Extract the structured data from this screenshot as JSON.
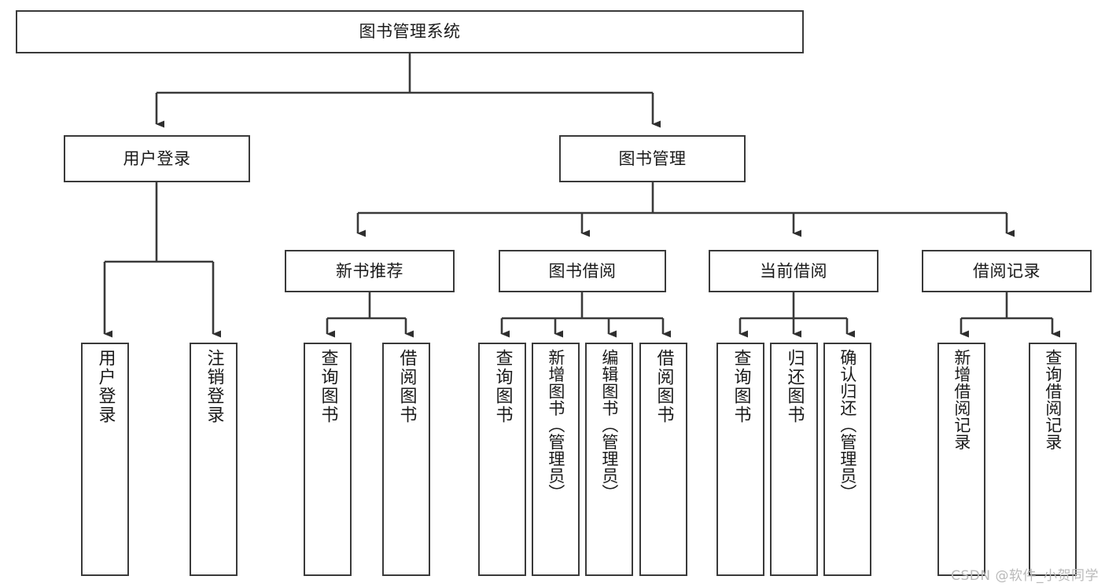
{
  "diagram": {
    "type": "tree-hierarchy-flowchart",
    "title": "图书管理系统",
    "orientation": "top-down",
    "line_color": "#3a3a3a",
    "box_fill": "#ffffff",
    "text_color": "#1a1a1a",
    "nodes": {
      "root": {
        "label": "图书管理系统",
        "level": 1,
        "text_direction": "horizontal"
      },
      "user_login": {
        "label": "用户登录",
        "level": 2,
        "text_direction": "horizontal"
      },
      "book_manage": {
        "label": "图书管理",
        "level": 2,
        "text_direction": "horizontal"
      },
      "new_book_rec": {
        "label": "新书推荐",
        "level": 3,
        "text_direction": "horizontal"
      },
      "book_borrow": {
        "label": "图书借阅",
        "level": 3,
        "text_direction": "horizontal"
      },
      "current_borrow": {
        "label": "当前借阅",
        "level": 3,
        "text_direction": "horizontal"
      },
      "borrow_record": {
        "label": "借阅记录",
        "level": 3,
        "text_direction": "horizontal"
      },
      "leaf_user_login": {
        "label": "用户登录",
        "level": 4,
        "text_direction": "vertical"
      },
      "leaf_logout": {
        "label": "注销登录",
        "level": 4,
        "text_direction": "vertical"
      },
      "leaf_query_book_a": {
        "label": "查询图书",
        "level": 4,
        "text_direction": "vertical"
      },
      "leaf_borrow_book_a": {
        "label": "借阅图书",
        "level": 4,
        "text_direction": "vertical"
      },
      "leaf_query_book_b": {
        "label": "查询图书",
        "level": 4,
        "text_direction": "vertical"
      },
      "leaf_add_book": {
        "label": "新增图书（管理员）",
        "level": 4,
        "text_direction": "vertical"
      },
      "leaf_edit_book": {
        "label": "编辑图书（管理员）",
        "level": 4,
        "text_direction": "vertical"
      },
      "leaf_borrow_book_b": {
        "label": "借阅图书",
        "level": 4,
        "text_direction": "vertical"
      },
      "leaf_query_book_c": {
        "label": "查询图书",
        "level": 4,
        "text_direction": "vertical"
      },
      "leaf_return_book": {
        "label": "归还图书",
        "level": 4,
        "text_direction": "vertical"
      },
      "leaf_confirm_return": {
        "label": "确认归还（管理员）",
        "level": 4,
        "text_direction": "vertical"
      },
      "leaf_add_record": {
        "label": "新增借阅记录",
        "level": 4,
        "text_direction": "vertical"
      },
      "leaf_query_record": {
        "label": "查询借阅记录",
        "level": 4,
        "text_direction": "vertical"
      }
    },
    "edges": [
      {
        "from": "root",
        "to": "user_login"
      },
      {
        "from": "root",
        "to": "book_manage"
      },
      {
        "from": "book_manage",
        "to": "new_book_rec"
      },
      {
        "from": "book_manage",
        "to": "book_borrow"
      },
      {
        "from": "book_manage",
        "to": "current_borrow"
      },
      {
        "from": "book_manage",
        "to": "borrow_record"
      },
      {
        "from": "user_login",
        "to": "leaf_user_login"
      },
      {
        "from": "user_login",
        "to": "leaf_logout"
      },
      {
        "from": "new_book_rec",
        "to": "leaf_query_book_a"
      },
      {
        "from": "new_book_rec",
        "to": "leaf_borrow_book_a"
      },
      {
        "from": "book_borrow",
        "to": "leaf_query_book_b"
      },
      {
        "from": "book_borrow",
        "to": "leaf_add_book"
      },
      {
        "from": "book_borrow",
        "to": "leaf_edit_book"
      },
      {
        "from": "book_borrow",
        "to": "leaf_borrow_book_b"
      },
      {
        "from": "current_borrow",
        "to": "leaf_query_book_c"
      },
      {
        "from": "current_borrow",
        "to": "leaf_return_book"
      },
      {
        "from": "current_borrow",
        "to": "leaf_confirm_return"
      },
      {
        "from": "borrow_record",
        "to": "leaf_add_record"
      },
      {
        "from": "borrow_record",
        "to": "leaf_query_record"
      }
    ]
  },
  "watermark": {
    "text": "CSDN @软件_小贺同学"
  }
}
